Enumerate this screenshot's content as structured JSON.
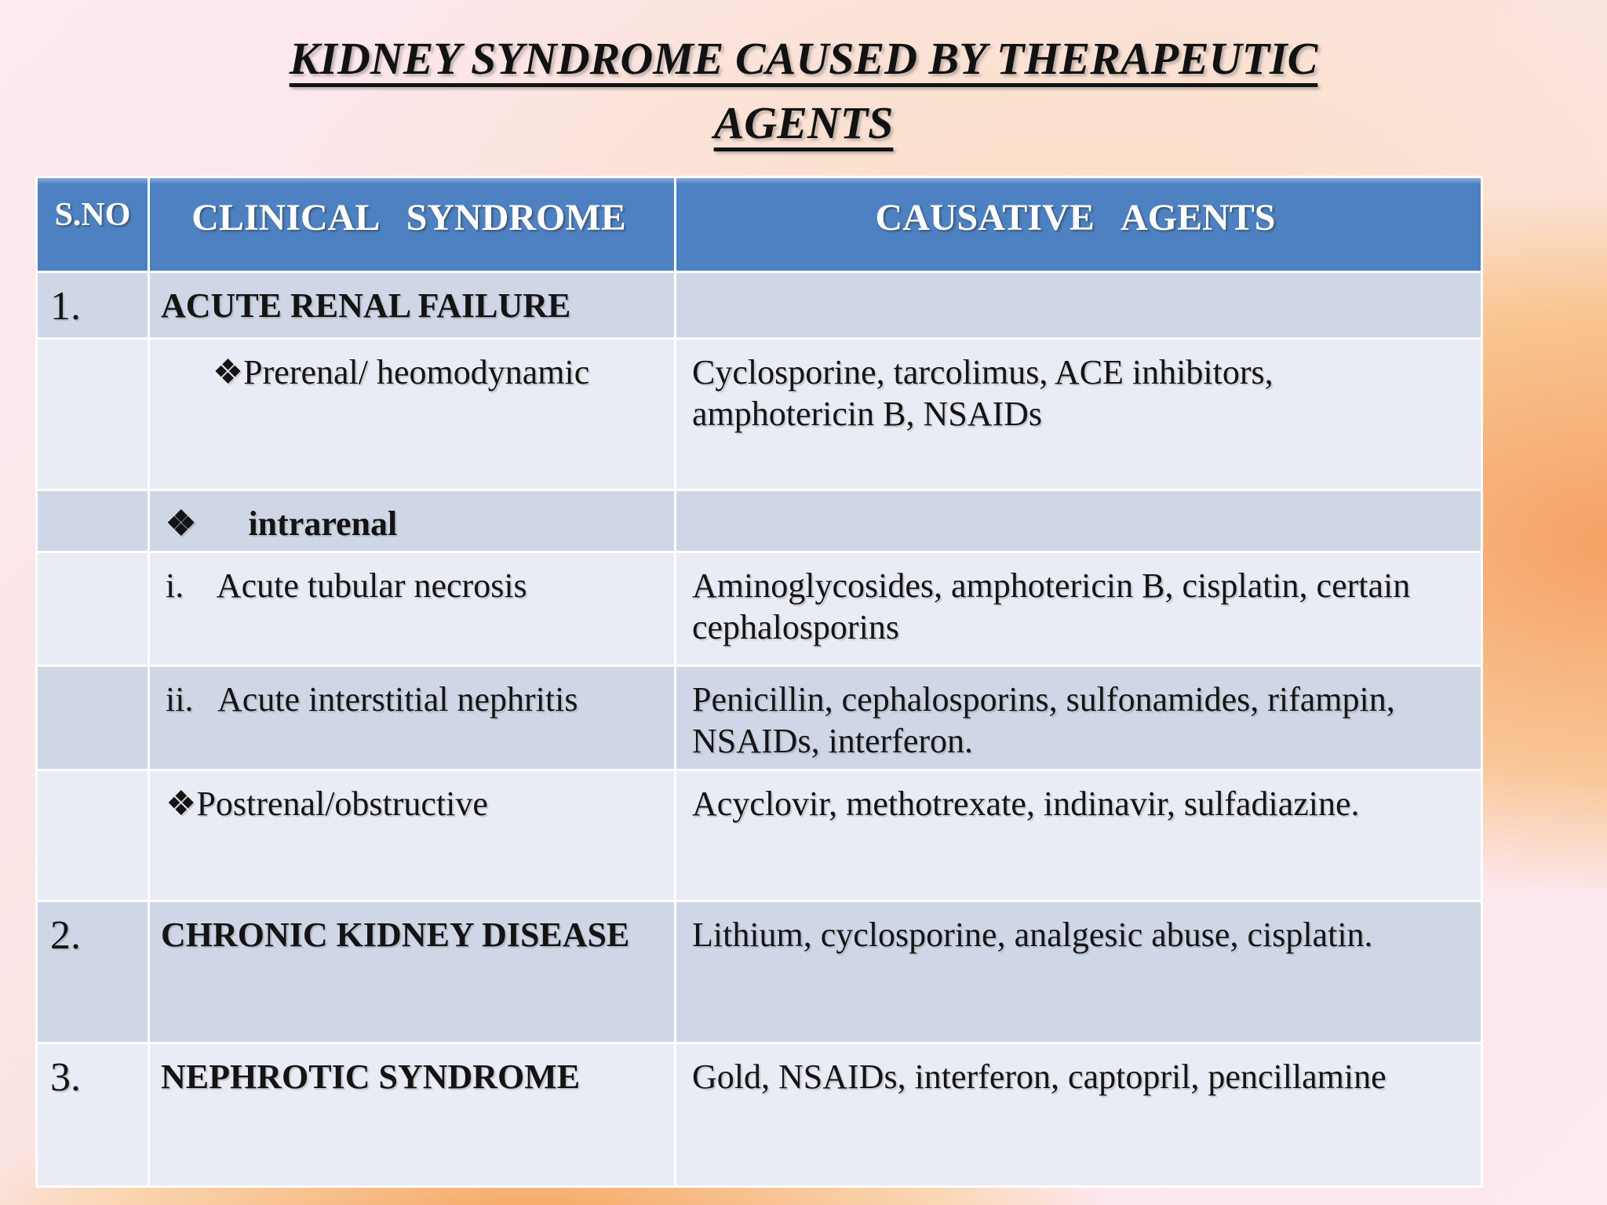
{
  "title": {
    "line1": "KIDNEY SYNDROME CAUSED BY THERAPEUTIC",
    "line2": "AGENTS"
  },
  "table": {
    "columns": {
      "sno": "S.NO",
      "syndrome": "CLINICAL   SYNDROME",
      "agents": "CAUSATIVE   AGENTS"
    },
    "rows": [
      {
        "sno": "1.",
        "syndrome": "ACUTE RENAL FAILURE",
        "agents": ""
      },
      {
        "sno": "",
        "syndrome": "❖Prerenal/ heomodynamic",
        "agents": "Cyclosporine, tarcolimus, ACE inhibitors, amphotericin B, NSAIDs"
      },
      {
        "sno": "",
        "syndrome": "❖      intrarenal",
        "agents": ""
      },
      {
        "sno": "",
        "syndrome": "i.    Acute tubular necrosis",
        "agents": "Aminoglycosides, amphotericin B, cisplatin, certain cephalosporins"
      },
      {
        "sno": "",
        "syndrome": "ii.   Acute interstitial nephritis",
        "agents": "Penicillin, cephalosporins, sulfonamides, rifampin, NSAIDs, interferon."
      },
      {
        "sno": "",
        "syndrome": "❖Postrenal/obstructive",
        "agents": "Acyclovir, methotrexate, indinavir, sulfadiazine."
      },
      {
        "sno": "2.",
        "syndrome": "CHRONIC KIDNEY DISEASE",
        "agents": "Lithium, cyclosporine, analgesic abuse, cisplatin."
      },
      {
        "sno": "3.",
        "syndrome": "NEPHROTIC SYNDROME",
        "agents": "Gold, NSAIDs, interferon, captopril, pencillamine"
      }
    ]
  },
  "colors": {
    "header_bg": "#4d81c1",
    "header_text": "#ffffff",
    "band_dark": "#cfd7e7",
    "band_light": "#e9ecf4",
    "background_pink": "#fde9f1",
    "background_orange": "#f5a061",
    "text": "#141414"
  }
}
